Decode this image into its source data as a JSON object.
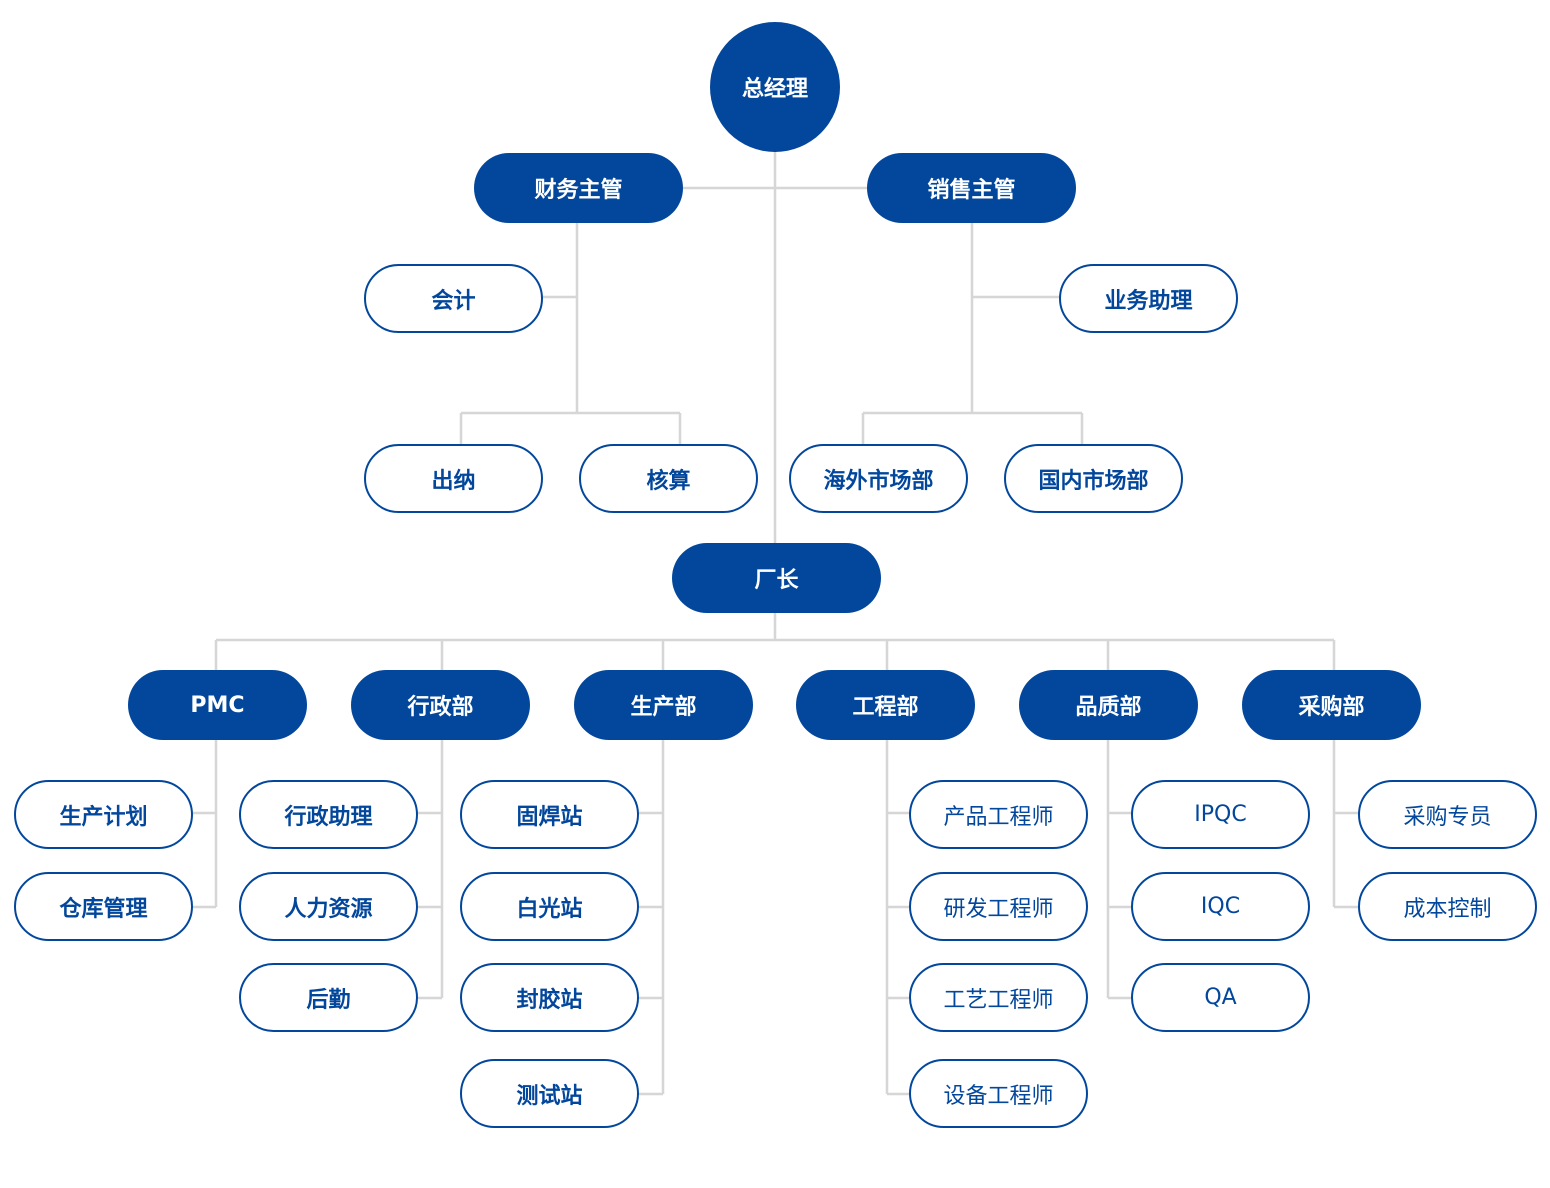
{
  "colors": {
    "node": "#03479c",
    "connector": "#d6d6d6",
    "background": "#ffffff"
  },
  "org": {
    "gm": "总经理",
    "finance": {
      "head": "财务主管",
      "accountant": "会计",
      "cashier": "出纳",
      "auditor": "核算"
    },
    "sales": {
      "head": "销售主管",
      "assistant": "业务助理",
      "overseas": "海外市场部",
      "domestic": "国内市场部"
    },
    "factory": "厂长",
    "departments": {
      "pmc": {
        "label": "PMC",
        "children": [
          "生产计划",
          "仓库管理"
        ]
      },
      "admin": {
        "label": "行政部",
        "children": [
          "行政助理",
          "人力资源",
          "后勤"
        ]
      },
      "production": {
        "label": "生产部",
        "children": [
          "固焊站",
          "白光站",
          "封胶站",
          "测试站"
        ]
      },
      "engineering": {
        "label": "工程部",
        "children": [
          "产品工程师",
          "研发工程师",
          "工艺工程师",
          "设备工程师"
        ]
      },
      "quality": {
        "label": "品质部",
        "children": [
          "IPQC",
          "IQC",
          "QA"
        ]
      },
      "purchasing": {
        "label": "采购部",
        "children": [
          "采购专员",
          "成本控制"
        ]
      }
    }
  }
}
